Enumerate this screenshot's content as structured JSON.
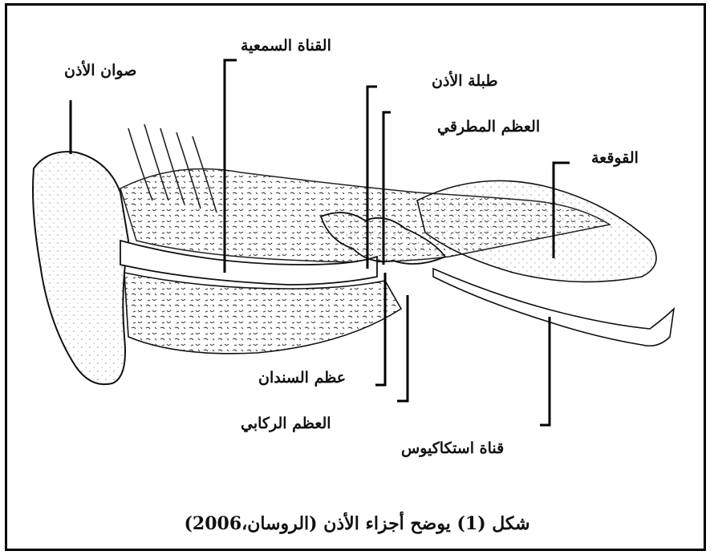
{
  "labels": {
    "pinna": "صوان الأذن",
    "auditory_canal": "القناة السمعية",
    "eardrum": "طبلة الأذن",
    "malleus": "العظم المطرقي",
    "cochlea": "القوقعة",
    "incus": "عظم السندان",
    "stapes": "العظم الركابي",
    "eustachian_tube": "قناة استكاكيوس"
  },
  "caption": "شكل (1) يوضح أجزاء الأذن (الروسان،2006)"
}
